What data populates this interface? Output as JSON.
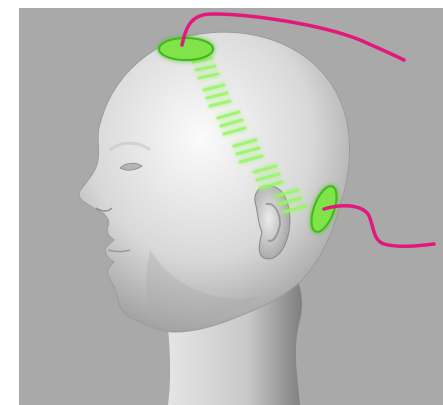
{
  "colors": {
    "background_panel": "#a9a9a9",
    "head_light": "#f3f3f3",
    "head_mid": "#cfcfcf",
    "head_shadow": "#8f8f8f",
    "electrode_fill": "#7fe34a",
    "electrode_edge": "#3fb81c",
    "current_dash": "#9af56a",
    "wire": "#e2197c"
  },
  "icons": {
    "top_electrode": "electrode-disc",
    "rear_electrode": "electrode-disc",
    "current_path": "dashed-current-band",
    "wires": "lead-wire"
  }
}
